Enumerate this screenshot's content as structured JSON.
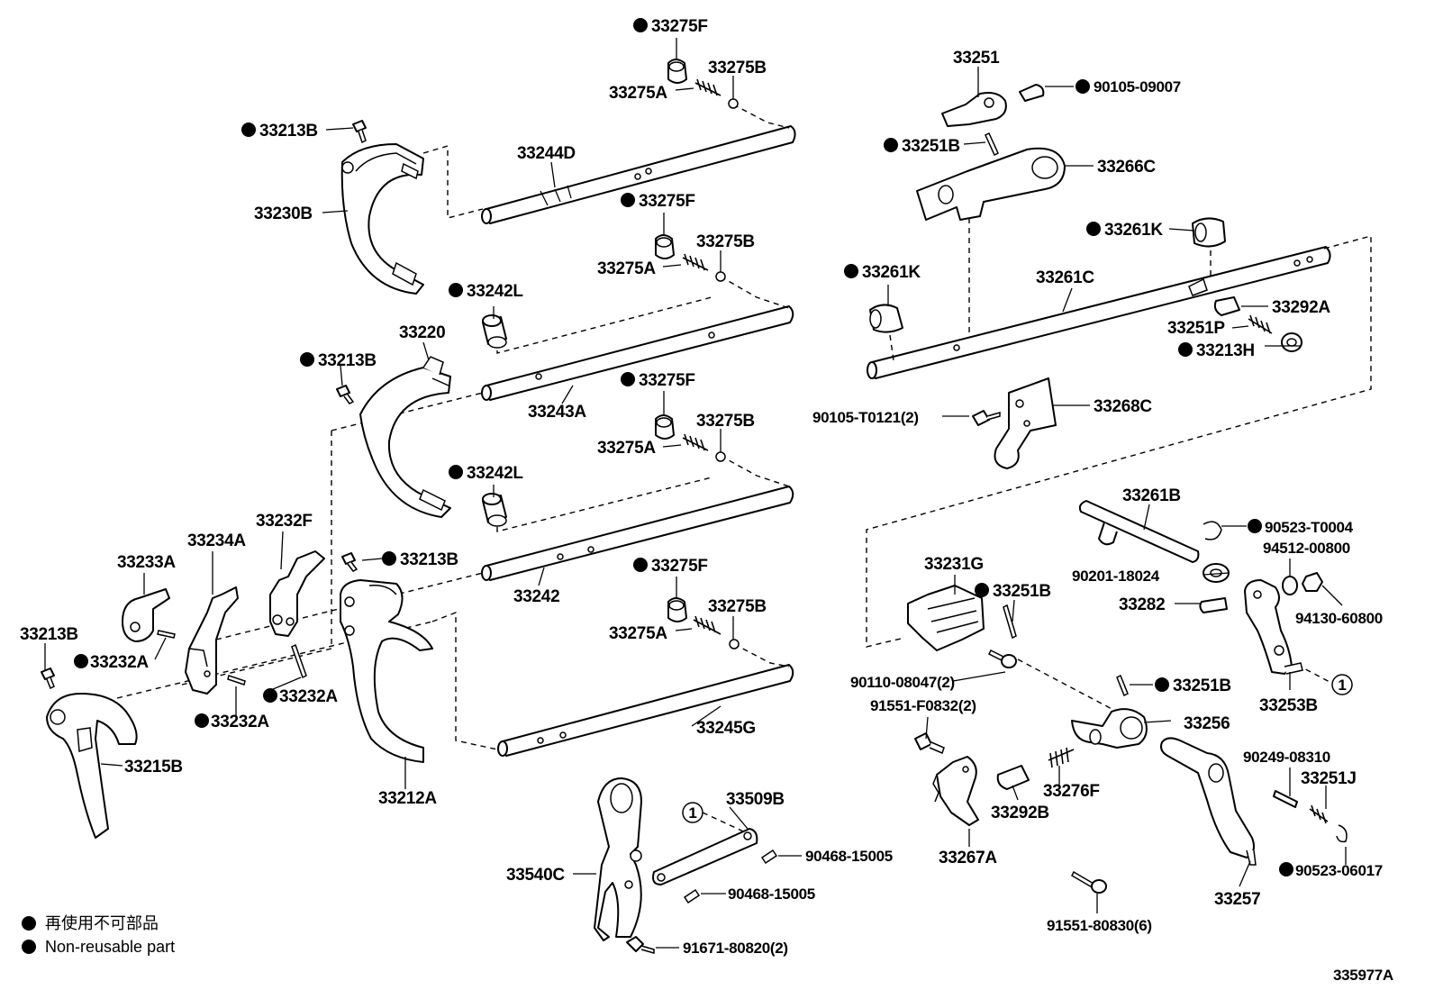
{
  "figure_code": "335977A",
  "legend": {
    "marker": "●",
    "line1": "再使用不可部品",
    "line2": "Non-reusable part"
  },
  "labels": {
    "l33275F_1": "33275F",
    "l33275B_1": "33275B",
    "l33275A_1": "33275A",
    "l33213B_1": "33213B",
    "l33244D": "33244D",
    "l33230B": "33230B",
    "l33275F_2": "33275F",
    "l33275B_2": "33275B",
    "l33275A_2": "33275A",
    "l33242L_1": "33242L",
    "l33220": "33220",
    "l33213B_2": "33213B",
    "l33243A": "33243A",
    "l33275F_3": "33275F",
    "l33275B_3": "33275B",
    "l33275A_3": "33275A",
    "l33242L_2": "33242L",
    "l33232F": "33232F",
    "l33234A": "33234A",
    "l33233A": "33233A",
    "l33213B_3": "33213B",
    "l33242": "33242",
    "l33275F_4": "33275F",
    "l33275B_4": "33275B",
    "l33275A_4": "33275A",
    "l33213B_4": "33213B",
    "l33232A_1": "33232A",
    "l33232A_2": "33232A",
    "l33232A_3": "33232A",
    "l33245G": "33245G",
    "l33215B": "33215B",
    "l33212A": "33212A",
    "l33509B": "33509B",
    "l33540C": "33540C",
    "l90468_1": "90468-15005",
    "l90468_2": "90468-15005",
    "l91671": "91671-80820(2)",
    "l33251": "33251",
    "l90105_09007": "90105-09007",
    "l33251B_1": "33251B",
    "l33266C": "33266C",
    "l33261K_1": "33261K",
    "l33261K_2": "33261K",
    "l33261C": "33261C",
    "l33292A": "33292A",
    "l33251P": "33251P",
    "l33213H": "33213H",
    "l90105_T0121": "90105-T0121(2)",
    "l33268C": "33268C",
    "l33261B": "33261B",
    "l90523_T0004": "90523-T0004",
    "l94512": "94512-00800",
    "l90201": "90201-18024",
    "l33231G": "33231G",
    "l33251B_2": "33251B",
    "l33282": "33282",
    "l94130": "94130-60800",
    "l90110": "90110-08047(2)",
    "l91551_F0832": "91551-F0832(2)",
    "l33251B_3": "33251B",
    "l33253B": "33253B",
    "l33256": "33256",
    "l90249": "90249-08310",
    "l33251J": "33251J",
    "l33276F": "33276F",
    "l33292B": "33292B",
    "l33267A": "33267A",
    "l33257": "33257",
    "l90523_06017": "90523-06017",
    "l91551_80830": "91551-80830(6)",
    "ref_circle": "1"
  }
}
